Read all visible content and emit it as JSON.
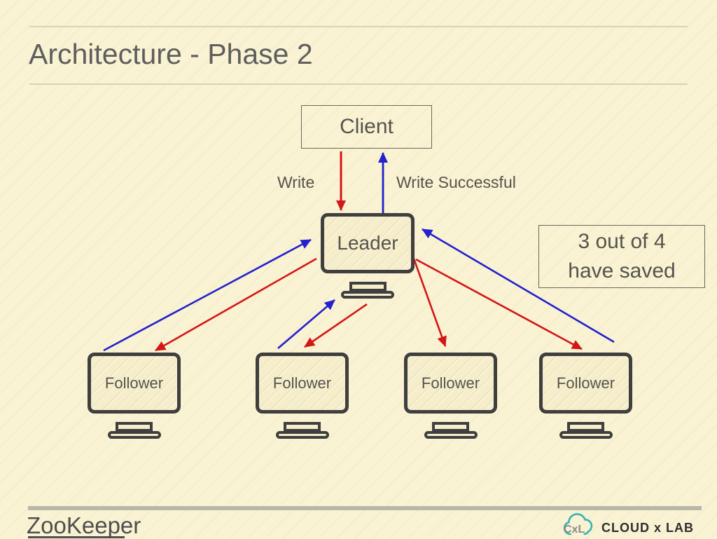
{
  "header": {
    "title": "Architecture - Phase 2"
  },
  "nodes": {
    "client": "Client",
    "leader": "Leader",
    "followers": [
      "Follower",
      "Follower",
      "Follower",
      "Follower"
    ]
  },
  "labels": {
    "write": "Write",
    "write_successful": "Write Successful"
  },
  "note": {
    "line1": "3 out of 4",
    "line2": "have saved"
  },
  "footer": {
    "brand": "ZooKeeper",
    "logo_monogram": "CxL",
    "logo_text": "CLOUD x LAB"
  },
  "colors": {
    "write_arrow": "#d31717",
    "ack_arrow": "#2320cd",
    "background": "#f9f2d3",
    "monitor_outline": "#3f3f3f",
    "text_gray": "#55544c",
    "logo_teal": "#36b3b5",
    "footer_bar_gray": "#b9b7aa"
  },
  "edges": [
    {
      "from": "Client",
      "to": "Leader",
      "meaning": "Write",
      "color": "red"
    },
    {
      "from": "Leader",
      "to": "Client",
      "meaning": "Write Successful",
      "color": "blue"
    },
    {
      "from": "Leader",
      "to": "Follower-1",
      "meaning": "replicate write",
      "color": "red"
    },
    {
      "from": "Follower-1",
      "to": "Leader",
      "meaning": "saved ack",
      "color": "blue"
    },
    {
      "from": "Leader",
      "to": "Follower-2",
      "meaning": "replicate write",
      "color": "red"
    },
    {
      "from": "Follower-2",
      "to": "Leader",
      "meaning": "saved ack",
      "color": "blue"
    },
    {
      "from": "Leader",
      "to": "Follower-3",
      "meaning": "replicate write",
      "color": "red"
    },
    {
      "from": "Leader",
      "to": "Follower-4",
      "meaning": "replicate write",
      "color": "red"
    },
    {
      "from": "Follower-4",
      "to": "Leader",
      "meaning": "saved ack",
      "color": "blue"
    }
  ]
}
